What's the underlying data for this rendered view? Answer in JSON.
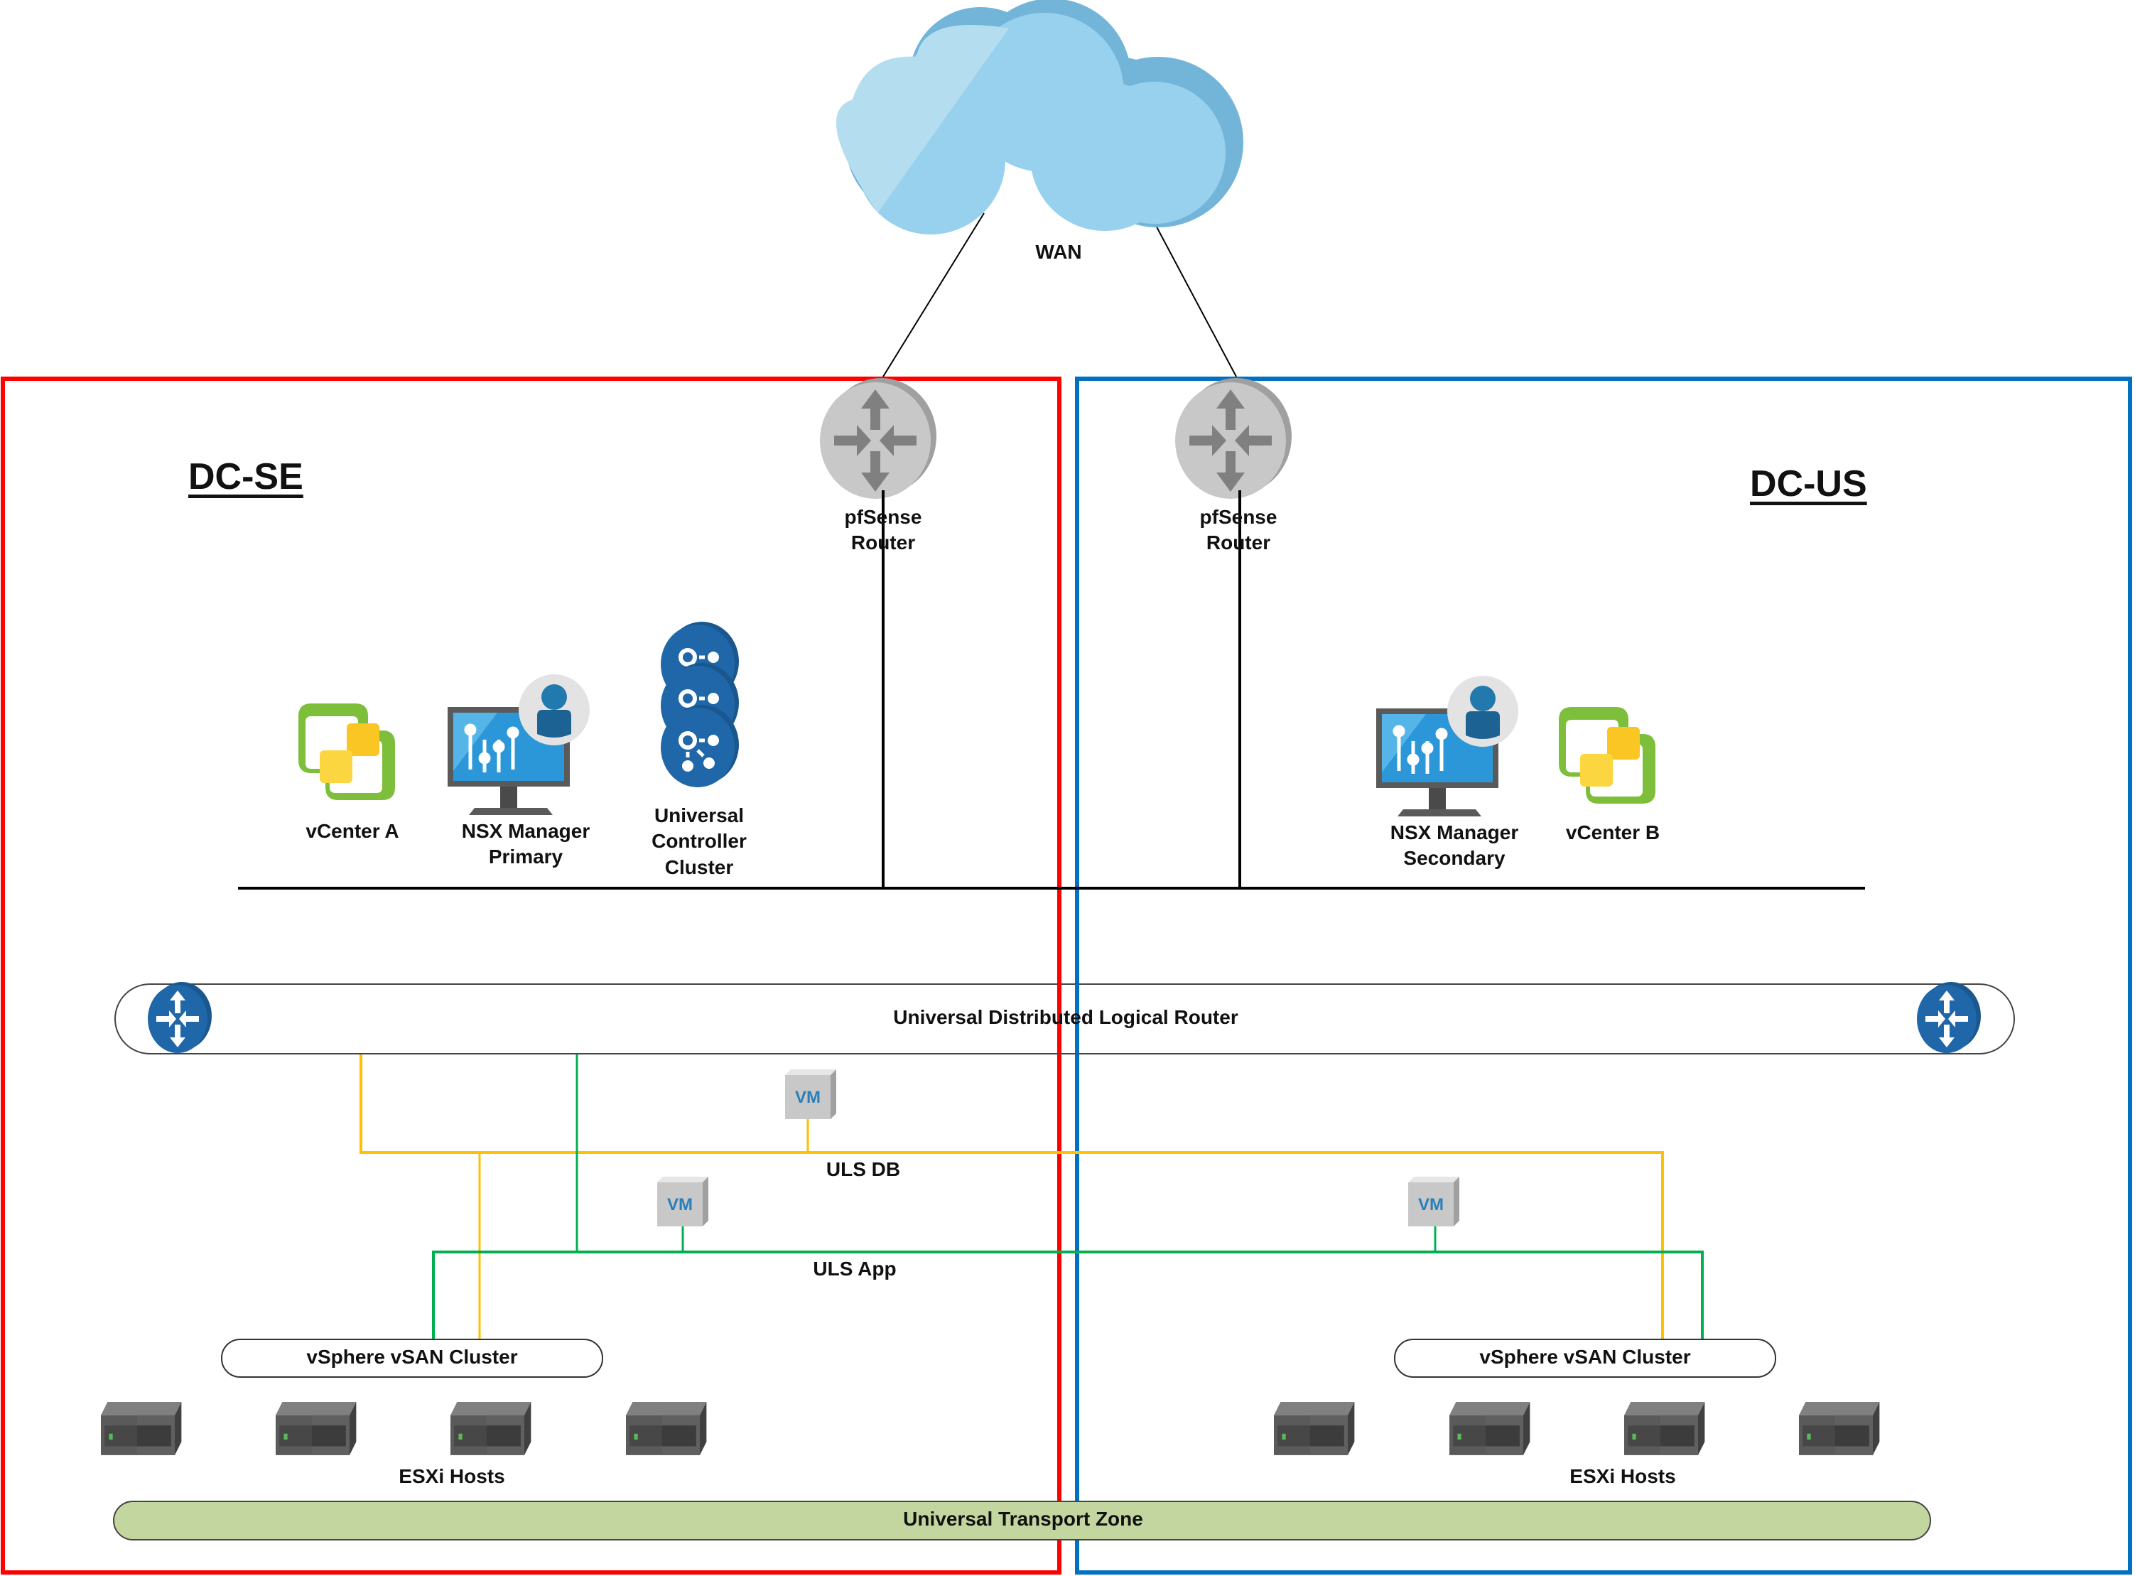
{
  "diagram": {
    "wan": {
      "label": "WAN",
      "icon": "cloud-icon"
    },
    "sites": [
      {
        "id": "dc-se",
        "label": "DC-SE",
        "border_color": "#FF0000"
      },
      {
        "id": "dc-us",
        "label": "DC-US",
        "border_color": "#0070C0"
      }
    ],
    "routers": [
      {
        "line1": "pfSense",
        "line2": "Router",
        "icon": "router-icon"
      },
      {
        "line1": "pfSense",
        "line2": "Router",
        "icon": "router-icon"
      }
    ],
    "management": {
      "vcenter_a": "vCenter A",
      "nsx_primary": {
        "line1": "NSX Manager",
        "line2": "Primary"
      },
      "controller": {
        "line1": "Universal",
        "line2": "Controller",
        "line3": "Cluster"
      },
      "nsx_secondary": {
        "line1": "NSX Manager",
        "line2": "Secondary"
      },
      "vcenter_b": "vCenter B"
    },
    "udlr": {
      "label": "Universal Distributed Logical Router"
    },
    "segments": [
      {
        "label": "ULS DB",
        "color": "#FFC000"
      },
      {
        "label": "ULS App",
        "color": "#00B050"
      }
    ],
    "vm_label": "VM",
    "clusters": [
      {
        "label": "vSphere vSAN Cluster",
        "hosts_label": "ESXi Hosts",
        "host_count": 4
      },
      {
        "label": "vSphere vSAN Cluster",
        "hosts_label": "ESXi Hosts",
        "host_count": 4
      }
    ],
    "transport_zone": {
      "label": "Universal Transport Zone",
      "color": "#C4D6A0"
    }
  }
}
